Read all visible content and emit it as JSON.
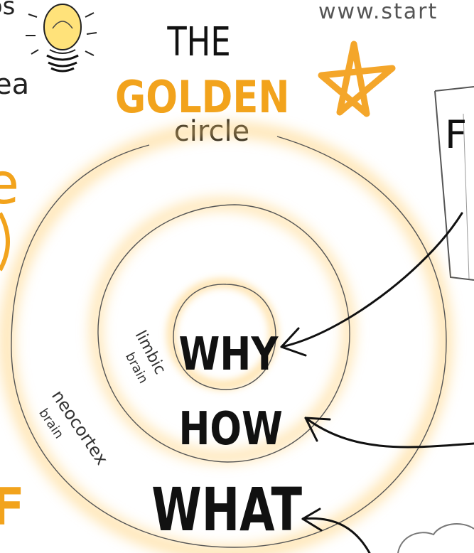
{
  "top_left": {
    "word_fragment_top": "ps",
    "word_fragment_bottom": "ea",
    "icon": "lightbulb-icon"
  },
  "url_fragment": "www.start",
  "title": {
    "line1": "THE",
    "line2": "GOLDEN",
    "line3": "circle"
  },
  "star_icon": "star-icon",
  "right_panel_fragment": "F",
  "rings": {
    "inner": "WHY",
    "middle": "HOW",
    "outer": "WHAT"
  },
  "brain_labels": {
    "limbic_1": "limbic",
    "limbic_2": "brain",
    "neocortex_1": "neocortex",
    "neocortex_2": "brain"
  },
  "left_edge_fragments": {
    "top": "e",
    "bottom": "F"
  },
  "colors": {
    "ink": "#111111",
    "gold": "#f2a31c",
    "glow": "#ffd27a",
    "line": "#555555"
  }
}
